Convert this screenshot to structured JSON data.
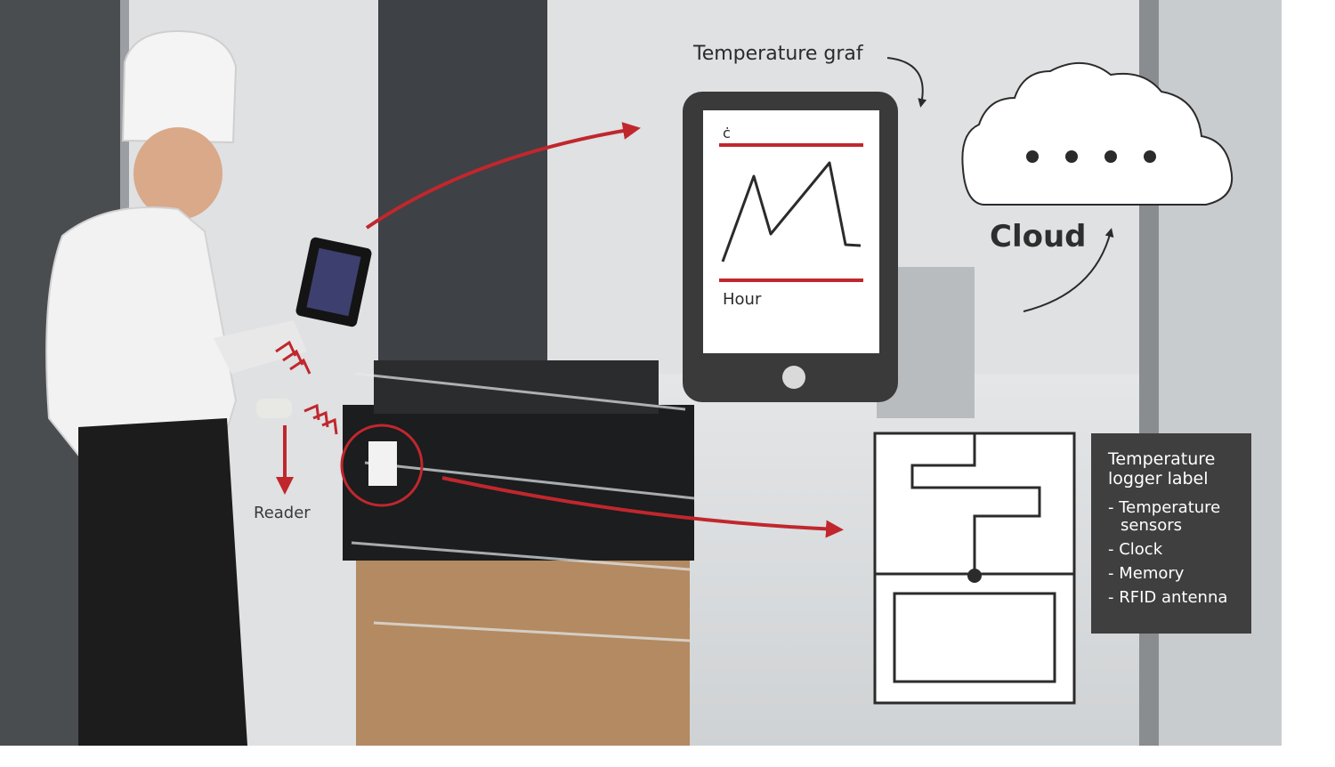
{
  "labels": {
    "graph_title": "Temperature graf",
    "axis_unit": "ċ",
    "axis_time": "Hour",
    "cloud": "Cloud",
    "reader": "Reader"
  },
  "info_box": {
    "title_line1": "Temperature",
    "title_line2": "logger label",
    "items": [
      {
        "line1": "- Temperature",
        "line2": "sensors"
      },
      {
        "line1": "- Clock"
      },
      {
        "line1": "- Memory"
      },
      {
        "line1": "- RFID antenna"
      }
    ]
  },
  "colors": {
    "accent_red": "#c0272d",
    "device_dark": "#3a3a3a",
    "info_box_bg": "#3f3f3f",
    "outline": "#2b2b2b"
  }
}
